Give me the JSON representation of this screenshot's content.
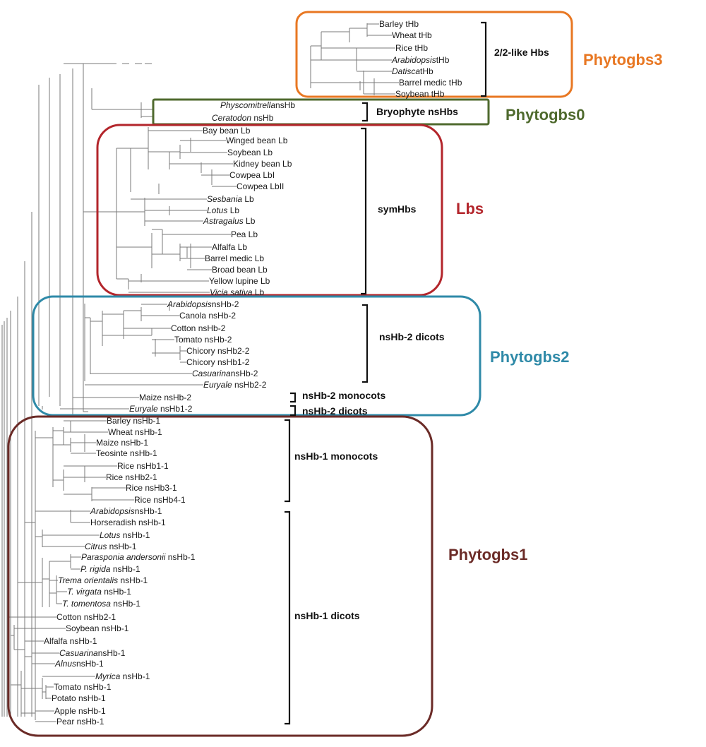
{
  "groups": [
    {
      "name": "Phytogbs3",
      "color": "#e87722"
    },
    {
      "name": "Phytogbs0",
      "color": "#4f6a2e"
    },
    {
      "name": "Lbs",
      "color": "#b3252b"
    },
    {
      "name": "Phytogbs2",
      "color": "#2f8aa8"
    },
    {
      "name": "Phytogbs1",
      "color": "#6b2b27"
    }
  ],
  "brackets": [
    {
      "label": "2/2-like Hbs"
    },
    {
      "label": "Bryophyte nsHbs"
    },
    {
      "label": "symHbs"
    },
    {
      "label": "nsHb-2 dicots"
    },
    {
      "label": "nsHb-2 monocots"
    },
    {
      "label": "nsHb-2 dicots"
    },
    {
      "label": "nsHb-1 monocots"
    },
    {
      "label": "nsHb-1 dicots"
    }
  ],
  "leaves": [
    [
      {
        "t": "Barley tHb"
      }
    ],
    [
      {
        "t": "Wheat tHb"
      }
    ],
    [
      {
        "t": "Rice tHb"
      }
    ],
    [
      {
        "t": "Arabidopsis",
        "i": true
      },
      {
        "t": "tHb"
      }
    ],
    [
      {
        "t": "Datisca",
        "i": true
      },
      {
        "t": "tHb"
      }
    ],
    [
      {
        "t": "Barrel medic tHb"
      }
    ],
    [
      {
        "t": "Soybean tHb"
      }
    ],
    [
      {
        "t": "Physcomitrella",
        "i": true
      },
      {
        "t": "nsHb"
      }
    ],
    [
      {
        "t": "Ceratodon",
        "i": true
      },
      {
        "t": " nsHb"
      }
    ],
    [
      {
        "t": "Bay bean Lb"
      }
    ],
    [
      {
        "t": "Winged bean Lb"
      }
    ],
    [
      {
        "t": "Soybean Lb"
      }
    ],
    [
      {
        "t": "Kidney bean Lb"
      }
    ],
    [
      {
        "t": "Cowpea LbI"
      }
    ],
    [
      {
        "t": "Cowpea LbII"
      }
    ],
    [
      {
        "t": "Sesbania",
        "i": true
      },
      {
        "t": " Lb"
      }
    ],
    [
      {
        "t": "Lotus",
        "i": true
      },
      {
        "t": " Lb"
      }
    ],
    [
      {
        "t": "Astragalus",
        "i": true
      },
      {
        "t": " Lb"
      }
    ],
    [
      {
        "t": "Pea Lb"
      }
    ],
    [
      {
        "t": "Alfalfa Lb"
      }
    ],
    [
      {
        "t": "Barrel medic Lb"
      }
    ],
    [
      {
        "t": "Broad bean Lb"
      }
    ],
    [
      {
        "t": "Yellow lupine Lb"
      }
    ],
    [
      {
        "t": "Vicia sativa",
        "i": true
      },
      {
        "t": " Lb"
      }
    ],
    [
      {
        "t": "Arabidopsis",
        "i": true
      },
      {
        "t": "nsHb-2"
      }
    ],
    [
      {
        "t": "Canola nsHb-2"
      }
    ],
    [
      {
        "t": "Cotton nsHb-2"
      }
    ],
    [
      {
        "t": "Tomato nsHb-2"
      }
    ],
    [
      {
        "t": "Chicory nsHb2-2"
      }
    ],
    [
      {
        "t": "Chicory nsHb1-2"
      }
    ],
    [
      {
        "t": "Casuarina",
        "i": true
      },
      {
        "t": "nsHb-2"
      }
    ],
    [
      {
        "t": "Euryale",
        "i": true
      },
      {
        "t": " nsHb2-2"
      }
    ],
    [
      {
        "t": "Maize nsHb-2"
      }
    ],
    [
      {
        "t": "Euryale",
        "i": true
      },
      {
        "t": " nsHb1-2"
      }
    ],
    [
      {
        "t": "Barley nsHb-1"
      }
    ],
    [
      {
        "t": "Wheat nsHb-1"
      }
    ],
    [
      {
        "t": "Maize nsHb-1"
      }
    ],
    [
      {
        "t": "Teosinte nsHb-1"
      }
    ],
    [
      {
        "t": "Rice nsHb1-1"
      }
    ],
    [
      {
        "t": "Rice nsHb2-1"
      }
    ],
    [
      {
        "t": "Rice nsHb3-1"
      }
    ],
    [
      {
        "t": "Rice nsHb4-1"
      }
    ],
    [
      {
        "t": "Arabidopsis",
        "i": true
      },
      {
        "t": "nsHb-1"
      }
    ],
    [
      {
        "t": "Horseradish nsHb-1"
      }
    ],
    [
      {
        "t": "Lotus",
        "i": true
      },
      {
        "t": " nsHb-1"
      }
    ],
    [
      {
        "t": "Citrus",
        "i": true
      },
      {
        "t": " nsHb-1"
      }
    ],
    [
      {
        "t": "Parasponia andersonii",
        "i": true
      },
      {
        "t": " nsHb-1"
      }
    ],
    [
      {
        "t": "P. rigida",
        "i": true
      },
      {
        "t": " nsHb-1"
      }
    ],
    [
      {
        "t": "Trema orientalis",
        "i": true
      },
      {
        "t": " nsHb-1"
      }
    ],
    [
      {
        "t": "T. virgata",
        "i": true
      },
      {
        "t": " nsHb-1"
      }
    ],
    [
      {
        "t": "T. tomentosa",
        "i": true
      },
      {
        "t": " nsHb-1"
      }
    ],
    [
      {
        "t": "Cotton nsHb2-1"
      }
    ],
    [
      {
        "t": "Soybean nsHb-1"
      }
    ],
    [
      {
        "t": "Alfalfa nsHb-1"
      }
    ],
    [
      {
        "t": "Casuarina",
        "i": true
      },
      {
        "t": "nsHb-1"
      }
    ],
    [
      {
        "t": "Alnus",
        "i": true
      },
      {
        "t": "nsHb-1"
      }
    ],
    [
      {
        "t": "Myrica",
        "i": true
      },
      {
        "t": " nsHb-1"
      }
    ],
    [
      {
        "t": "Tomato nsHb-1"
      }
    ],
    [
      {
        "t": "Potato nsHb-1"
      }
    ],
    [
      {
        "t": "Apple nsHb-1"
      }
    ],
    [
      {
        "t": "Pear nsHb-1"
      }
    ]
  ]
}
